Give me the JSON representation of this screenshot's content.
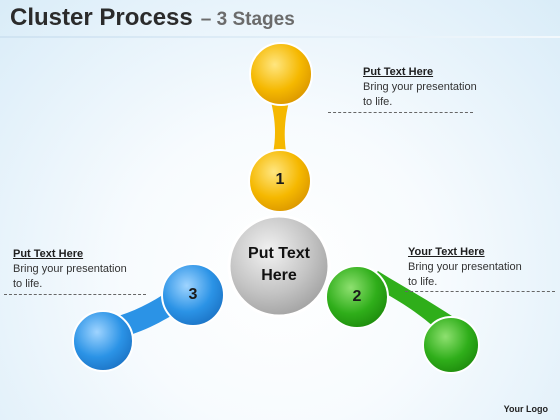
{
  "title": {
    "main": "Cluster Process",
    "sub": "– 3 Stages"
  },
  "center": {
    "label_line1": "Put Text",
    "label_line2": "Here"
  },
  "nodes": [
    {
      "number": "1",
      "color": "#f5b800"
    },
    {
      "number": "2",
      "color": "#2fae1a"
    },
    {
      "number": "3",
      "color": "#2b93e6"
    }
  ],
  "text_blocks": {
    "top_right": {
      "heading": "Put Text Here",
      "body": "Bring your presentation to life."
    },
    "right": {
      "heading": "Your Text Here",
      "body": "Bring your presentation to life."
    },
    "left": {
      "heading": "Put Text Here",
      "body": "Bring your presentation to life."
    }
  },
  "logo": "Your Logo"
}
